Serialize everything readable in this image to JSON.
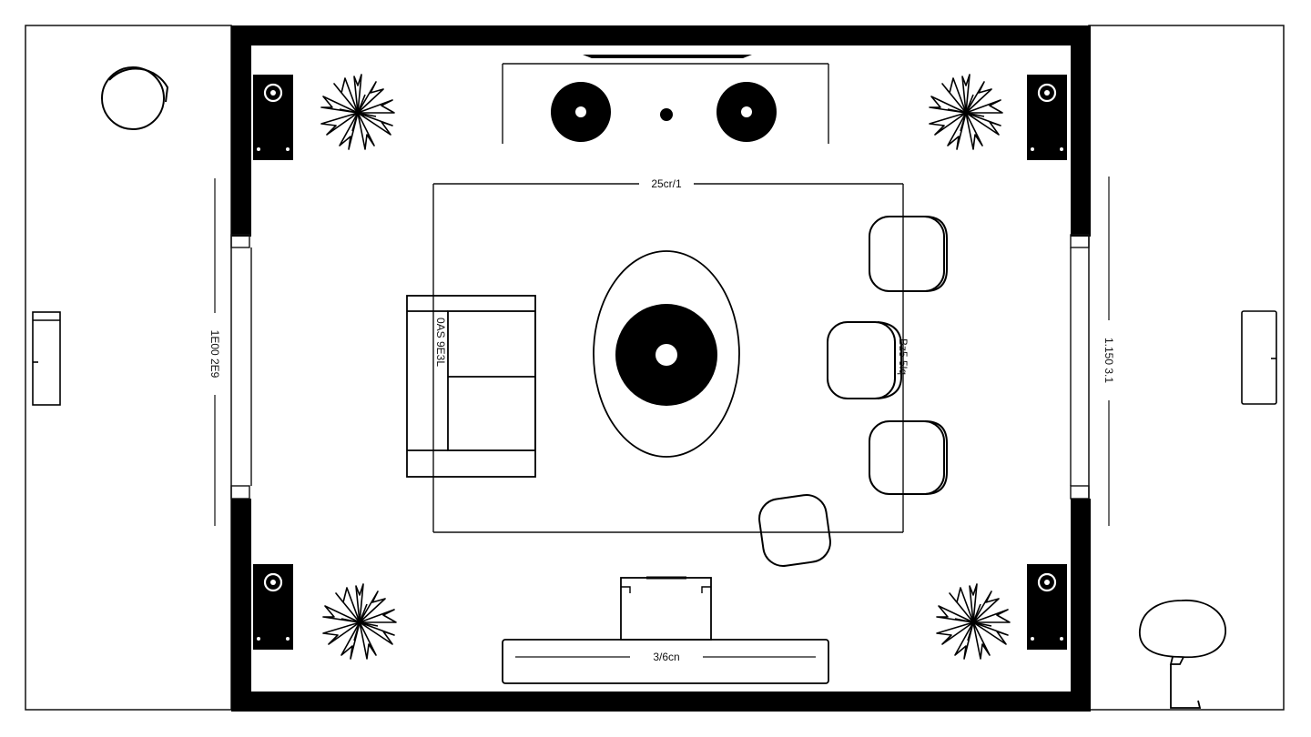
{
  "colors": {
    "background": "#ffffff",
    "ink": "#000000",
    "line": "#111111"
  },
  "dimensions": {
    "top": "25cr/1",
    "left": "1E00 2E9",
    "right": "1.150 3.1",
    "bottom": "3/6cn",
    "sofa": "0AS 9E3L",
    "chair": "Bz5 5lq"
  },
  "icons": {
    "speaker": "speaker-icon",
    "plant": "plant-icon",
    "table": "coffee-table-icon"
  }
}
